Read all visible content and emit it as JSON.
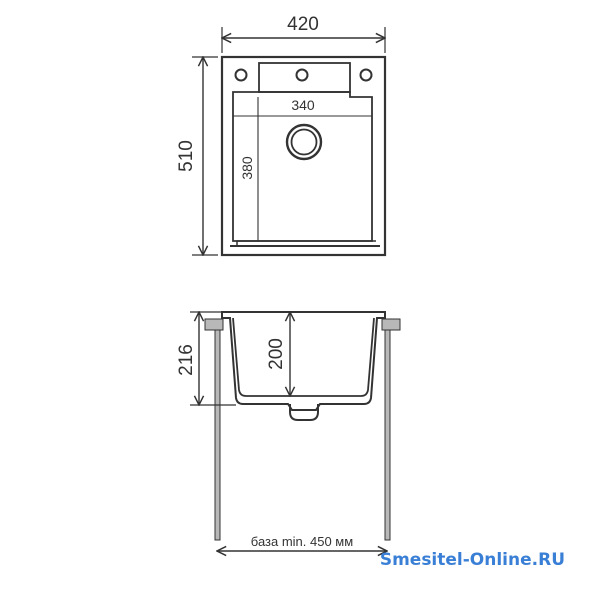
{
  "top_view": {
    "width_label": "420",
    "height_label": "510",
    "bowl_width_label": "340",
    "bowl_depth_label": "380"
  },
  "side_view": {
    "height_label": "216",
    "bowl_depth_label": "200",
    "base_label": "база min. 450 мм"
  },
  "watermark": "Smesitel-Online.RU",
  "colors": {
    "line": "#333333",
    "watermark": "#3a7fd6",
    "cabinet_side": "#b8b8b8"
  }
}
